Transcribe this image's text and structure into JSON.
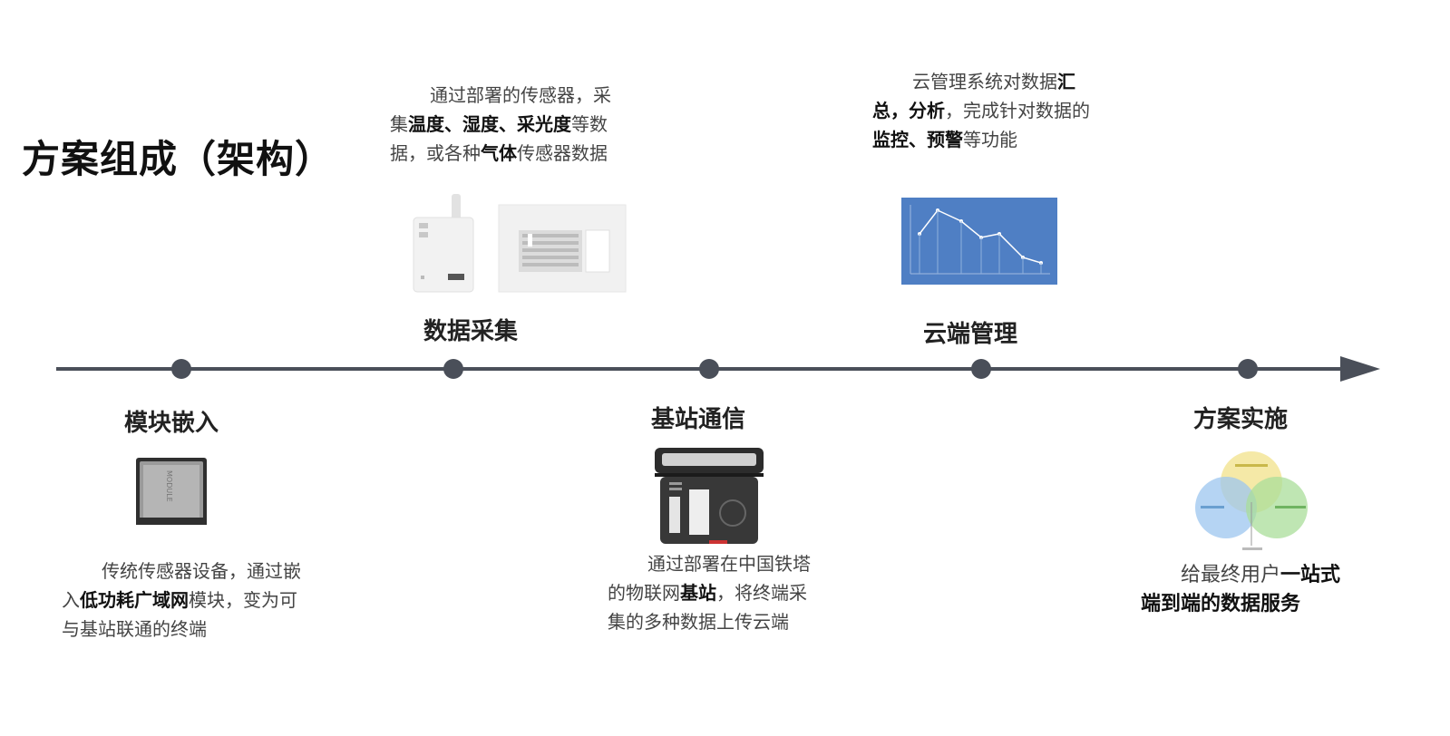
{
  "title": "方案组成（架构）",
  "stages": [
    {
      "name": "模块嵌入",
      "icon": "lpwan-module-chip-icon",
      "desc": {
        "pre": "传统传感器设备，通过嵌入",
        "b1": "低功耗广域网",
        "post": "模块，变为可与基站联通的终端"
      }
    },
    {
      "name": "数据采集",
      "icon": "sensor-devices-icon",
      "desc": {
        "pre": "通过部署的传感器，采集",
        "b1": "温度、湿度、采光度",
        "mid": "等数据，或各种",
        "b2": "气体",
        "post": "传感器数据"
      }
    },
    {
      "name": "基站通信",
      "icon": "base-station-case-icon",
      "desc": {
        "pre": "通过部署在中国铁塔的物联网",
        "b1": "基站",
        "post": "，将终端采集的多种数据上传云端"
      }
    },
    {
      "name": "云端管理",
      "icon": "cloud-line-chart-icon",
      "desc": {
        "pre": "云管理系统对数据",
        "b1": "汇总，分析",
        "mid": "，完成针对数据的",
        "b2": "监控、预警",
        "post": "等功能"
      }
    },
    {
      "name": "方案实施",
      "icon": "venn-diagram-icon",
      "desc": {
        "pre": "给最终用户",
        "b1": "一站式端到端的数据服务"
      }
    }
  ],
  "colors": {
    "timeline": "#4a4f59",
    "chart_bg": "#4f7fc4",
    "venn_yellow": "#f2e18a",
    "venn_blue": "#9cc6ef",
    "venn_green": "#a9dd9a"
  }
}
